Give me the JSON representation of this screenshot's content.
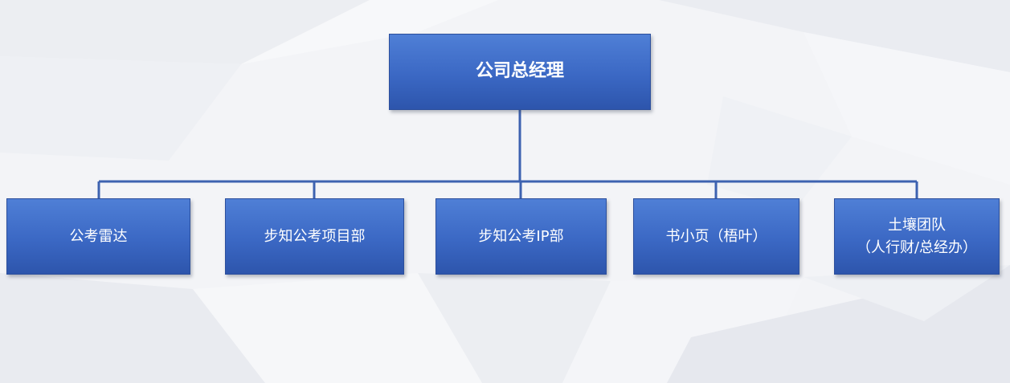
{
  "org_chart": {
    "root": {
      "label": "公司总经理"
    },
    "children": [
      {
        "label": "公考雷达"
      },
      {
        "label": "步知公考项目部"
      },
      {
        "label": "步知公考IP部"
      },
      {
        "label": "书小页（梧叶）"
      },
      {
        "label": "土壤团队\n（人行财/总经办）"
      }
    ]
  },
  "colors": {
    "box_fill": "#3b68c4",
    "box_border": "#2c4f9c",
    "connector": "#3d62b0",
    "background": "#f3f4f7",
    "text": "#ffffff"
  }
}
